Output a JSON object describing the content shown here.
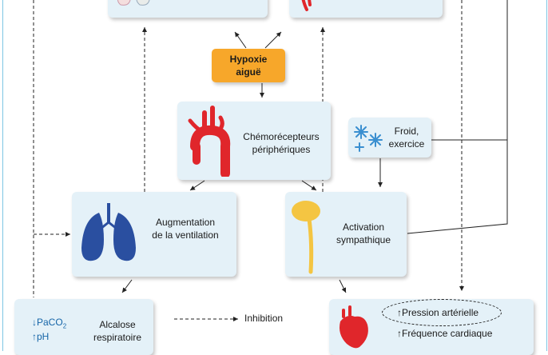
{
  "hypoxie": {
    "line1": "Hypoxie",
    "line2": "aiguë"
  },
  "chemo": {
    "line1": "Chémorécepteurs",
    "line2": "périphériques"
  },
  "froid": {
    "line1": "Froid,",
    "line2": "exercice"
  },
  "ventilation": {
    "line1": "Augmentation",
    "line2": "de la ventilation"
  },
  "sympathique": {
    "line1": "Activation",
    "line2": "sympathique"
  },
  "alcalose": {
    "paco2": "PaCO",
    "paco2_sub": "2",
    "ph": "pH",
    "line1": "Alcalose",
    "line2": "respiratoire"
  },
  "inhibition": "Inhibition",
  "cardio": {
    "pression": "Pression artérielle",
    "frequence": "Fréquence cardiaque"
  },
  "colors": {
    "accent_orange": "#f7a72a",
    "box_fill": "#e4f1f8",
    "frame_border": "#7ec6e4",
    "down_arrow_blue": "#1565a8",
    "organ_red": "#e0262b",
    "lung_blue": "#2a4fa0",
    "nerve_yellow": "#f4c542"
  },
  "icons": [
    "lungs-icon",
    "aortic-arch-icon",
    "snowflake-icon",
    "nervous-system-icon",
    "heart-icon"
  ]
}
